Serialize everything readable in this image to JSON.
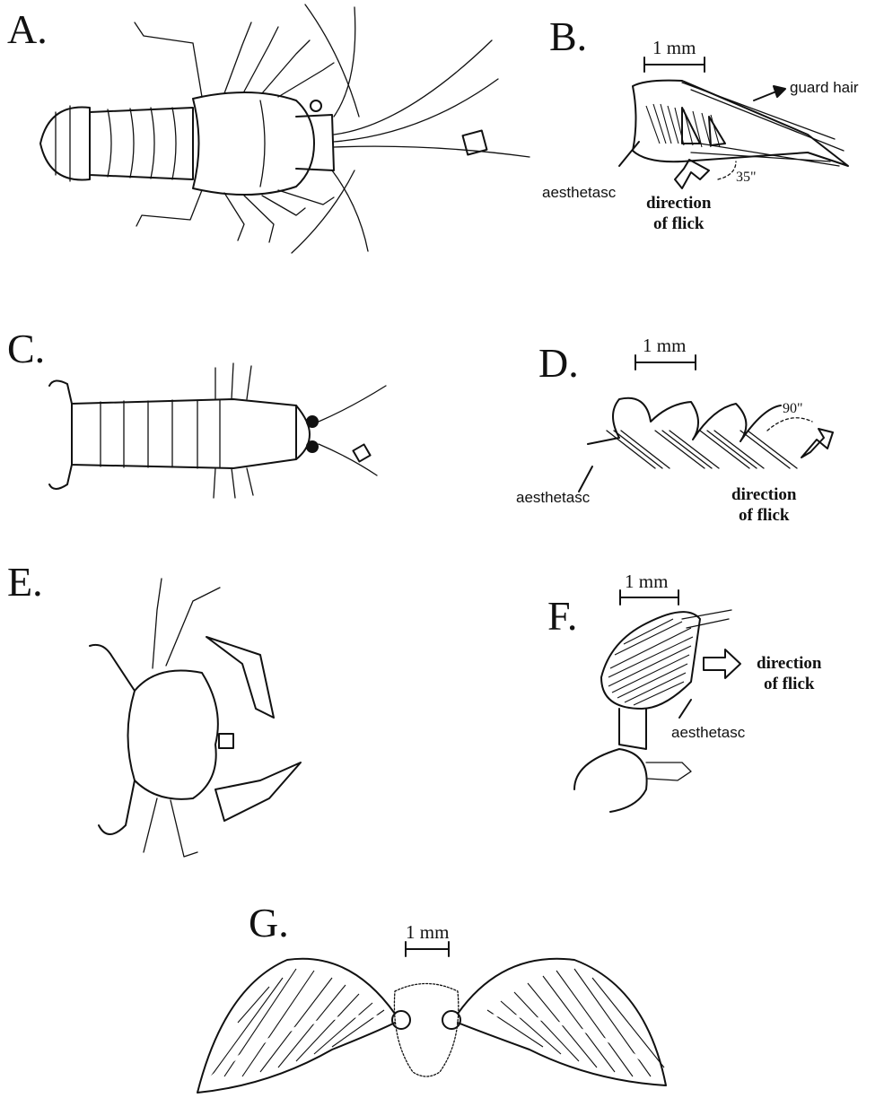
{
  "panels": {
    "A": {
      "letter": "A."
    },
    "B": {
      "letter": "B.",
      "scale": "1 mm",
      "guard_hair": "guard hair",
      "aesthetasc": "aesthetasc",
      "angle": "35\"",
      "direction_line1": "direction",
      "direction_line2": "of flick"
    },
    "C": {
      "letter": "C."
    },
    "D": {
      "letter": "D.",
      "scale": "1 mm",
      "aesthetasc": "aesthetasc",
      "angle": "90\"",
      "direction_line1": "direction",
      "direction_line2": "of flick"
    },
    "E": {
      "letter": "E."
    },
    "F": {
      "letter": "F.",
      "scale": "1 mm",
      "aesthetasc": "aesthetasc",
      "direction_line1": "direction",
      "direction_line2": "of flick"
    },
    "G": {
      "letter": "G.",
      "scale": "1 mm"
    }
  },
  "colors": {
    "ink": "#111111",
    "paper": "#ffffff"
  }
}
